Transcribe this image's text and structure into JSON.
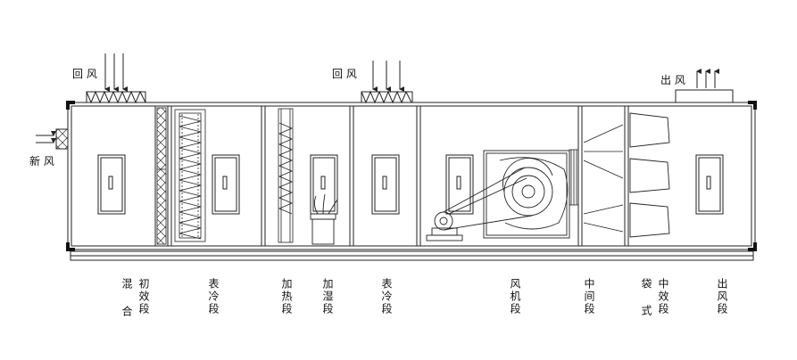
{
  "inlet_labels": {
    "return_air_1": "回 风",
    "return_air_2": "回 风",
    "fresh_air": "新 风",
    "supply_air": "出 风"
  },
  "sections": [
    {
      "key": "mixing",
      "label": "混"
    },
    {
      "key": "mixing2",
      "label": "合"
    },
    {
      "key": "primary_filter",
      "label": "初效段"
    },
    {
      "key": "cooling_coil_1",
      "label": "表冷段"
    },
    {
      "key": "heating",
      "label": "加热段"
    },
    {
      "key": "humidify",
      "label": "加湿段"
    },
    {
      "key": "cooling_coil_2",
      "label": "表冷段"
    },
    {
      "key": "fan",
      "label": "风机段"
    },
    {
      "key": "middle",
      "label": "中间段"
    },
    {
      "key": "bag_a",
      "label": "袋式"
    },
    {
      "key": "bag_b",
      "label": "中效段"
    },
    {
      "key": "outlet",
      "label": "出风段"
    }
  ]
}
